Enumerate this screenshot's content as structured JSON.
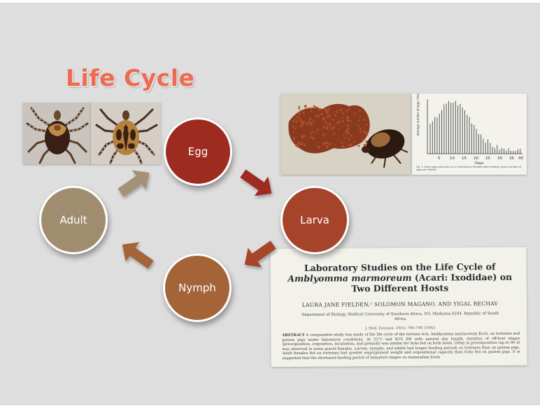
{
  "slide": {
    "title": "Life Cycle",
    "title_color": "#ef6a52",
    "background": "#dedede"
  },
  "cycle": {
    "stages": [
      {
        "label": "Egg",
        "color": "#9e2b20"
      },
      {
        "label": "Larva",
        "color": "#a5442a"
      },
      {
        "label": "Nymph",
        "color": "#a46438"
      },
      {
        "label": "Adult",
        "color": "#a08d70"
      }
    ],
    "arrow_colors": [
      "#9e2b20",
      "#a5442a",
      "#a46438",
      "#a59276"
    ]
  },
  "images": {
    "tick_photo_1": "adult-tick-photo-icon",
    "tick_photo_2": "adult-tick-photo-icon",
    "egg_mass": "tick-with-egg-mass-photo-icon",
    "egg_graph": "egg-production-bar-graph-icon"
  },
  "graph": {
    "x_ticks": [
      "5",
      "10",
      "15",
      "20",
      "25",
      "30",
      "35",
      "40"
    ],
    "x_label": "Days",
    "caption": "Fig. 1. Daily egg production of A. marmoreum females after feeding; mean number of eggs per female."
  },
  "paper": {
    "title_prefix": "Laboratory Studies on the Life Cycle of ",
    "title_italic": "Amblyomma marmoreum",
    "title_suffix": " (Acari: Ixodidae) on Two Different Hosts",
    "authors": "LAURA JANE FIELDEN,¹ SOLOMON MAGANO, AND YIGAL RECHAV",
    "affiliation": "Department of Biology, Medical University of Southern Africa, P.O. Medunsa 0204, Republic of South Africa",
    "reference": "J. Med. Entomol. 29(5): 790–796 (1992)",
    "abstract_label": "ABSTRACT",
    "abstract_text": " A comparative study was made of the life cycle of the tortoise tick, Amblyomma marmoreum Koch, on tortoises and guinea pigs under laboratory conditions. At 25°C and 85% RH with natural day length, duration of off-host stages (preoviposition, oviposition, incubation, and premolt) was similar for ticks fed on both hosts. Delay in preoviposition (up to 90 d) was observed in some gravid females. Larvae, nymphs, and adults had longer feeding periods on tortoises than on guinea pigs. Adult females fed on tortoises had greater engorgement weight and ovipositional capacity than ticks fed on guinea pigs. It is suggested that the shortened feeding period of immature stages on mammalian hosts"
  }
}
